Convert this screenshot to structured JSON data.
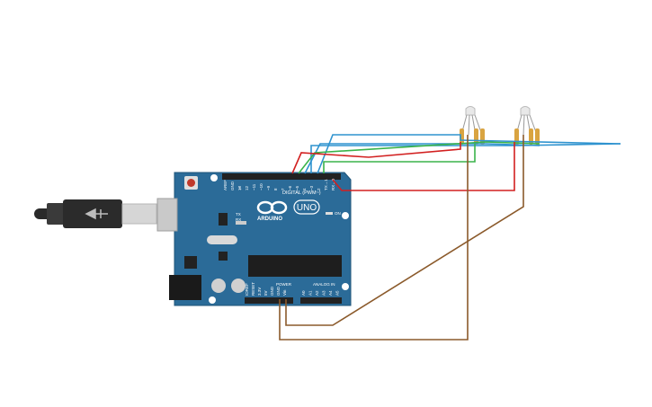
{
  "board": {
    "brand": "ARDUINO",
    "model": "UNO",
    "digital_label": "DIGITAL (PWM~)",
    "power_label": "POWER",
    "analog_label": "ANALOG IN",
    "on_label": "ON",
    "tx_label": "TX",
    "rx_label": "RX",
    "l_label": "L",
    "top_pins": [
      "AREF",
      "GND",
      "13",
      "12",
      "~11",
      "~10",
      "~9",
      "8",
      "7",
      "~6",
      "~5",
      "4",
      "~3",
      "2",
      "TX→1",
      "RX←0"
    ],
    "power_pins": [
      "IOREF",
      "RESET",
      "3.3V",
      "5V",
      "GND",
      "GND",
      "Vin"
    ],
    "analog_pins": [
      "A0",
      "A1",
      "A2",
      "A3",
      "A4",
      "A5"
    ]
  },
  "colors": {
    "board": "#2b6b98",
    "board_dark": "#1f5479",
    "wire_red": "#d22020",
    "wire_green": "#3ab34a",
    "wire_blue": "#2f93cf",
    "wire_brown": "#8b5a2b",
    "resistor_body": "#d9a441"
  },
  "components": {
    "usb_cable": "usb-b-cable",
    "rgb_leds": 2,
    "resistors": 6
  }
}
